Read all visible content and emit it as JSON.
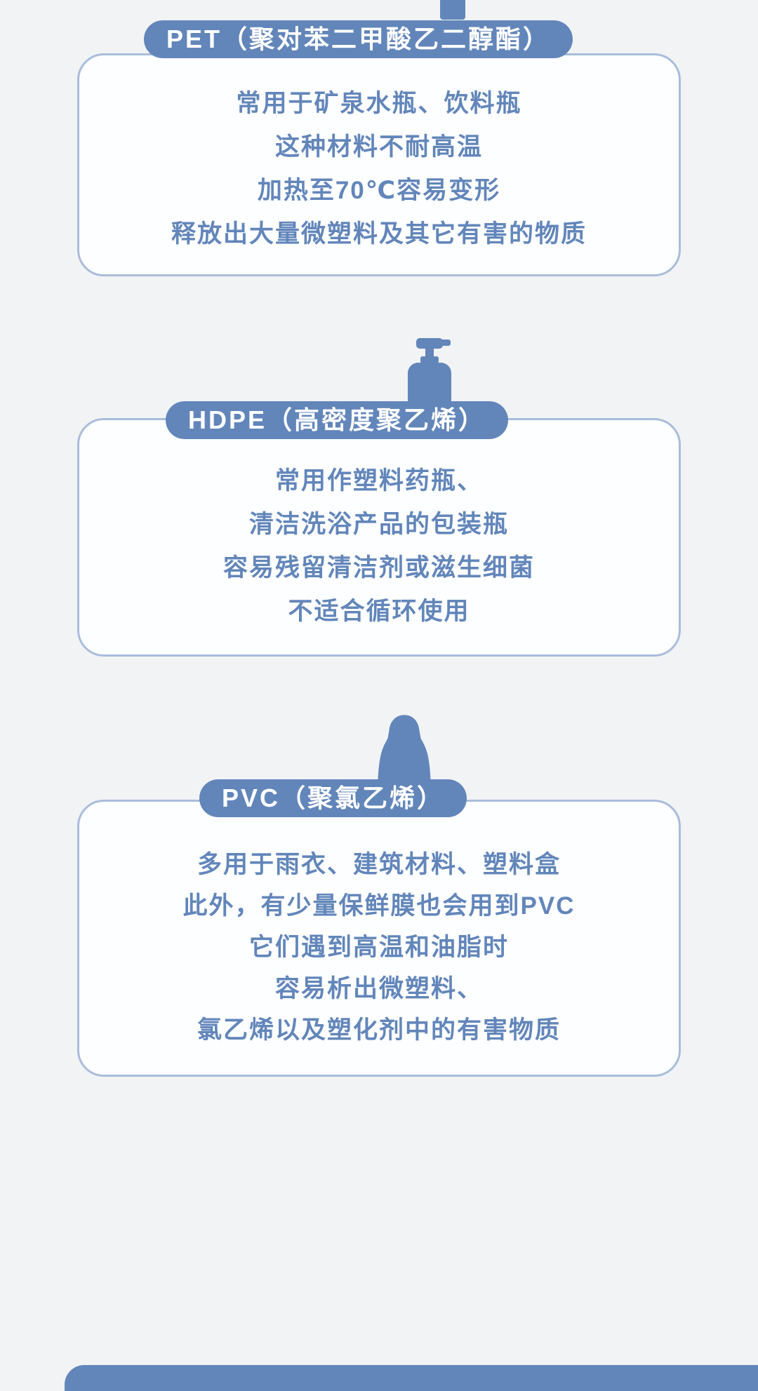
{
  "page": {
    "background": "#f2f3f5",
    "accent_blue": "#6286ba",
    "card_background": "#fdfeff",
    "card_border": "#a9bdda"
  },
  "sections": [
    {
      "id": "pet",
      "title": "PET（聚对苯二甲酸乙二醇酯）",
      "icon": "bottle-cap-icon",
      "lines": [
        "常用于矿泉水瓶、饮料瓶",
        "这种材料不耐高温",
        "加热至70℃容易变形",
        "释放出大量微塑料及其它有害的物质"
      ]
    },
    {
      "id": "hdpe",
      "title": "HDPE（高密度聚乙烯）",
      "icon": "pump-bottle-icon",
      "lines": [
        "常用作塑料药瓶、",
        "清洁洗浴产品的包装瓶",
        "容易残留清洁剂或滋生细菌",
        "不适合循环使用"
      ]
    },
    {
      "id": "pvc",
      "title": "PVC（聚氯乙烯）",
      "icon": "raincoat-icon",
      "lines": [
        "多用于雨衣、建筑材料、塑料盒",
        "此外，有少量保鲜膜也会用到PVC",
        "它们遇到高温和油脂时",
        "容易析出微塑料、",
        "氯乙烯以及塑化剂中的有害物质"
      ]
    }
  ]
}
